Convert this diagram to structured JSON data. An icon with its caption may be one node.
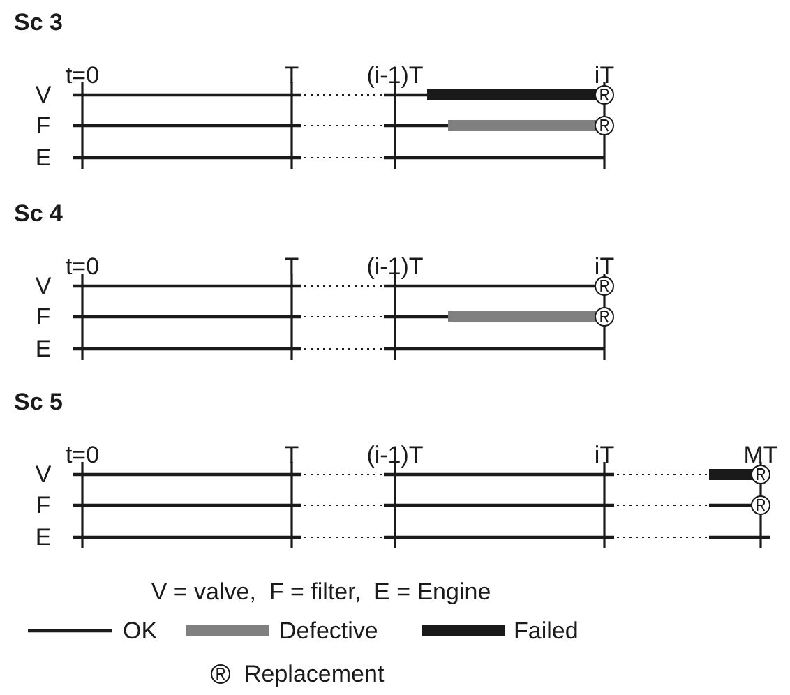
{
  "diagram": {
    "labels": [
      "Sc 3",
      "t=0",
      "T",
      "(i-1)T",
      "iT",
      "V",
      "F",
      "E",
      "Sc 4",
      "t=0",
      "T",
      "(i-1)T",
      "iT",
      "V",
      "F",
      "E",
      "Sc 5",
      "t=0",
      "T",
      "(i-1)T",
      "iT",
      "MT",
      "V",
      "F",
      "E",
      "V = valve,  F = filter,  E = Engine"
    ],
    "legend": [
      {
        "text": "OK"
      },
      {
        "text": "Defective",
        "color": "#808080"
      },
      {
        "text": "Failed",
        "color": "#1a1a1a"
      },
      {
        "text": "Replacement"
      }
    ]
  }
}
